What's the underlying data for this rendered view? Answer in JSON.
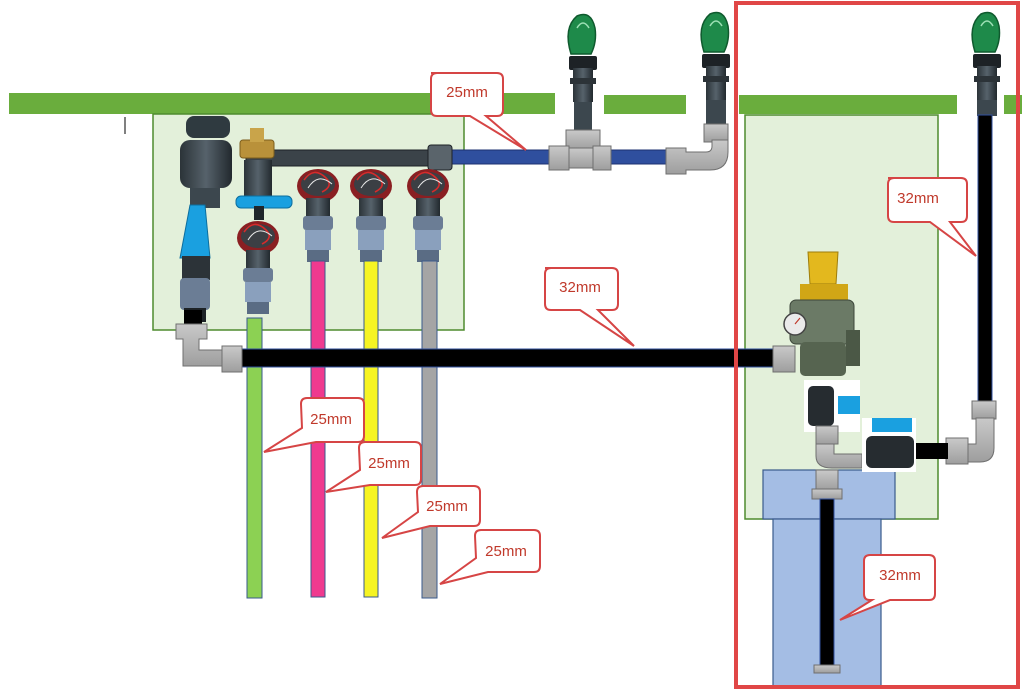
{
  "labels": {
    "supply_main": "25mm",
    "manifold_feed": "32mm",
    "riser": "32mm",
    "tank_suction": "32mm",
    "zone1": "25mm",
    "zone2": "25mm",
    "zone3": "25mm",
    "zone4": "25mm"
  },
  "colors": {
    "grass_strip": "#6aad3d",
    "pit_fill": "#e3f0da",
    "pit_border": "#4e8b2e",
    "highlight_frame": "#e04646",
    "tank_fill": "#a4bde4",
    "tank_border": "#3a5a8c",
    "pipe_blue": "#2f4f9e",
    "pipe_black": "#000000",
    "zone1_pipe": "#8cd153",
    "zone2_pipe": "#ef3a8f",
    "zone3_pipe": "#f6f423",
    "zone4_pipe": "#a5a5a5",
    "callout_border": "#d64545",
    "callout_text": "#c0392b"
  },
  "icons": [
    "solenoid-valve-icon",
    "ball-valve-icon",
    "quick-coupler-valve-icon",
    "pressure-pump-controller-icon",
    "filter-icon"
  ]
}
